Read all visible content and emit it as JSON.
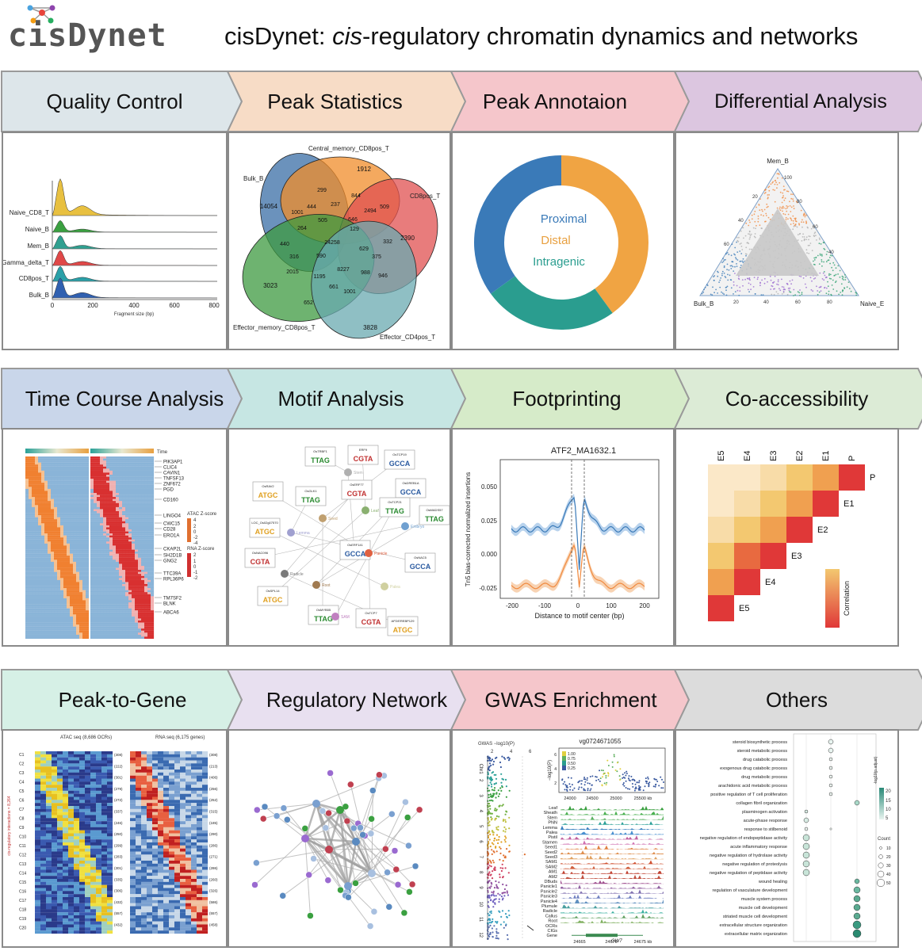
{
  "title": {
    "logo_text": "cisDynet",
    "main_prefix": "cisDynet: ",
    "main_italic": "cis",
    "main_suffix": "-regulatory chromatin dynamics and networks"
  },
  "colors": {
    "row1": [
      "#dde6ea",
      "#f7dcc6",
      "#f5c6cb",
      "#dcc6e0"
    ],
    "row2": [
      "#c9d6ea",
      "#c6e6e3",
      "#d6ebc9",
      "#dcebd6"
    ],
    "row3": [
      "#d6f0e6",
      "#e8e0f0",
      "#f5c6cb",
      "#dcdcdc"
    ],
    "accent_orange": "#f0a443",
    "accent_blue": "#3a7ab8",
    "accent_teal": "#2a9d8f"
  },
  "sections": [
    {
      "label": "Quality Control"
    },
    {
      "label": "Peak Statistics"
    },
    {
      "label": "Peak Annotaion"
    },
    {
      "label": "Differential Analysis"
    },
    {
      "label": "Time Course Analysis"
    },
    {
      "label": "Motif  Analysis"
    },
    {
      "label": "Footprinting"
    },
    {
      "label": "Co-accessibility"
    },
    {
      "label": "Peak-to-Gene"
    },
    {
      "label": "Regulatory Network"
    },
    {
      "label": "GWAS Enrichment"
    },
    {
      "label": "Others"
    }
  ],
  "qc": {
    "samples": [
      "Naive_CD8_T",
      "Naive_B",
      "Mem_B",
      "Gamma_delta_T",
      "CD8pos_T",
      "Bulk_B"
    ],
    "xticks": [
      "0",
      "200",
      "400",
      "600",
      "800"
    ],
    "xlabel": "Fragment size (bp)"
  },
  "venn": {
    "sets": [
      "Bulk_B",
      "Central_memory_CD8pos_T",
      "CD8pos_T",
      "Effector_memory_CD8pos_T",
      "Effector_CD4pos_T"
    ],
    "counts": [
      "14054",
      "1912",
      "2390",
      "3023",
      "3828",
      "299",
      "844",
      "509",
      "1001",
      "444",
      "237",
      "2494",
      "646",
      "264",
      "505",
      "129",
      "332",
      "440",
      "24258",
      "629",
      "375",
      "316",
      "590",
      "2015",
      "1195",
      "8227",
      "988",
      "946",
      "661",
      "1001",
      "652"
    ]
  },
  "annotation": {
    "labels": [
      "Proximal",
      "Distal",
      "Intragenic"
    ],
    "values": [
      35,
      40,
      25
    ]
  },
  "differential": {
    "corners": [
      "Mem_B",
      "Bulk_B",
      "Naive_E"
    ],
    "ticks": [
      "20",
      "40",
      "60",
      "80",
      "100"
    ]
  },
  "timecourse": {
    "legend_time": "Time",
    "legend_atac": "ATAC Z-score",
    "legend_rna": "RNA Z-score",
    "genes": [
      "PIK3AP1",
      "CLIC4",
      "CAVIN1",
      "TNFSF13",
      "ZNF672",
      "PGD",
      "CD160",
      "LINGO4",
      "CWC15",
      "CD28",
      "ERO1A",
      "CKAP2L",
      "SH2D1B",
      "GNG2",
      "TTC39A",
      "RPL36P6",
      "TM7SF2",
      "BLNK",
      "ABCA6"
    ],
    "atac_ticks": [
      "4",
      "2",
      "0",
      "-2",
      "-4"
    ],
    "rna_ticks": [
      "2",
      "1",
      "0",
      "-1",
      "-2"
    ]
  },
  "motif": {
    "boxes": [
      "OsTRBF1",
      "ERF9",
      "OsTCP19",
      "OsRAV2",
      "OsGLK1",
      "OsERF77",
      "OsDREB1A",
      "LOC_Os02g07570",
      "OsTCP21",
      "OsNAC096",
      "OsERF141",
      "OsSPL14",
      "OsMYB55",
      "OsTCP7",
      "OsNAC5",
      "AP2/EREBP129",
      "OsMADS57"
    ],
    "nodes": [
      "Stem",
      "Leaf",
      "Seed",
      "Panicle",
      "Lemma",
      "Radicle",
      "Root",
      "Palea",
      "SAM",
      "Embryo"
    ]
  },
  "footprint": {
    "title": "ATF2_MA1632.1",
    "ylabel": "Tn5 bias-corrected normalized insertions",
    "xlabel": "Distance to motif center (bp)",
    "yticks": [
      "0.050",
      "0.025",
      "0.000",
      "-0.025"
    ],
    "xticks": [
      "-200",
      "-100",
      "0",
      "100",
      "200"
    ]
  },
  "coaccess": {
    "labels": [
      "E5",
      "E4",
      "E3",
      "E2",
      "E1",
      "P"
    ],
    "legend": "Correlation"
  },
  "p2g": {
    "atac_title": "ATAC seq (8,686 OCRs)",
    "rna_title": "RNA seq (6,175 genes)",
    "side_label": "cis-regulatory interactions = 8,264",
    "clusters": [
      "C1",
      "C2",
      "C3",
      "C4",
      "C5",
      "C6",
      "C7",
      "C8",
      "C9",
      "C10",
      "C11",
      "C12",
      "C13",
      "C14",
      "C15",
      "C16",
      "C17",
      "C18",
      "C19",
      "C20"
    ],
    "atac_counts": [
      "(308)",
      "(222)",
      "(301)",
      "(279)",
      "(272)",
      "(337)",
      "(246)",
      "(250)",
      "(299)",
      "(283)",
      "(301)",
      "(335)",
      "(306)",
      "(432)",
      "(557)",
      "(432)"
    ],
    "rna_counts": [
      "(308)",
      "(213)",
      "(406)",
      "(256)",
      "(252)",
      "(315)",
      "(185)",
      "(290)",
      "(286)",
      "(271)",
      "(286)",
      "(260)",
      "(326)",
      "(586)",
      "(557)",
      "(458)"
    ]
  },
  "gwas": {
    "manhattan_title": "GWAS −log10(P)",
    "manhattan_ticks": [
      "2",
      "4",
      "6"
    ],
    "chromosomes": [
      "Chr1",
      "2",
      "3",
      "4",
      "5",
      "6",
      "7",
      "8",
      "9",
      "10",
      "11",
      "12"
    ],
    "locus_title": "vg0724671055",
    "locus_ylabel": "−log10(P)",
    "locus_yticks": [
      "6",
      "4",
      "2"
    ],
    "ld_legend": [
      "1.00",
      "0.75",
      "0.50",
      "0.25"
    ],
    "locus_xticks": [
      "24000",
      "24500",
      "25000",
      "25500 kb"
    ],
    "tissues": [
      "Leaf",
      "Sheath",
      "Stem",
      "PNN",
      "Lemma",
      "Palea",
      "Pistil",
      "Stamen",
      "Seed1",
      "Seed2",
      "Seed3",
      "SAM1",
      "SAM2",
      "AM1",
      "AM2",
      "DBuds",
      "Panicle1",
      "Panicle2",
      "Panicle3",
      "Panicle4",
      "Plumule",
      "Radicle",
      "Callus",
      "Root",
      "OCRs",
      "CIGs",
      "Gene"
    ],
    "gene_label": "GW7",
    "track_xticks": [
      "24665",
      "24670",
      "24675 kb"
    ]
  },
  "others": {
    "terms": [
      "steroid biosynthetic process",
      "steroid metabolic process",
      "drug catabolic process",
      "exogenous drug catabolic process",
      "drug metabolic process",
      "arachidonic acid metabolic process",
      "positive regulation of T cell proliferation",
      "collagen fibril organization",
      "plasminogen activation",
      "acute-phase response",
      "response to stilbenoid",
      "negative regulation of endopeptidase activity",
      "acute inflammatory response",
      "negative regulation of hydrolase activity",
      "negative regulation of proteolysis",
      "negative regulation of peptidase activity",
      "wound healing",
      "regulation of vasculature development",
      "muscle system process",
      "muscle cell development",
      "striated muscle cell development",
      "extracellular structure organization",
      "extracellular matrix organization"
    ],
    "color_legend": "-log10(p.adjust)",
    "color_ticks": [
      "20",
      "15",
      "10",
      "5"
    ],
    "size_legend": "Count",
    "size_ticks": [
      "10",
      "20",
      "30",
      "40",
      "50"
    ]
  }
}
